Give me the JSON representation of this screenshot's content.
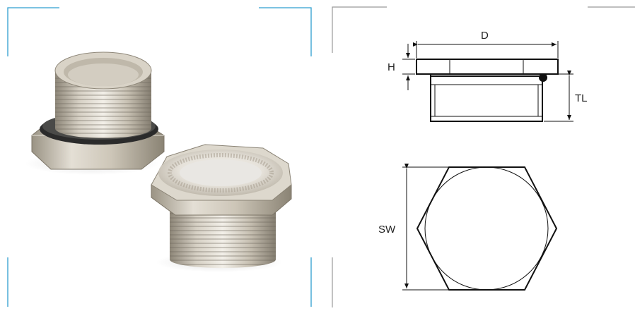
{
  "photo": {
    "subject": "nickel-plated-brass-blanking-plugs",
    "frame_color": "#2e9fd0"
  },
  "drawing": {
    "frame_color": "#999999",
    "line_color": "#111111",
    "labels": {
      "diameter": "D",
      "height": "H",
      "thread_length": "TL",
      "width_across_flats": "SW"
    }
  }
}
